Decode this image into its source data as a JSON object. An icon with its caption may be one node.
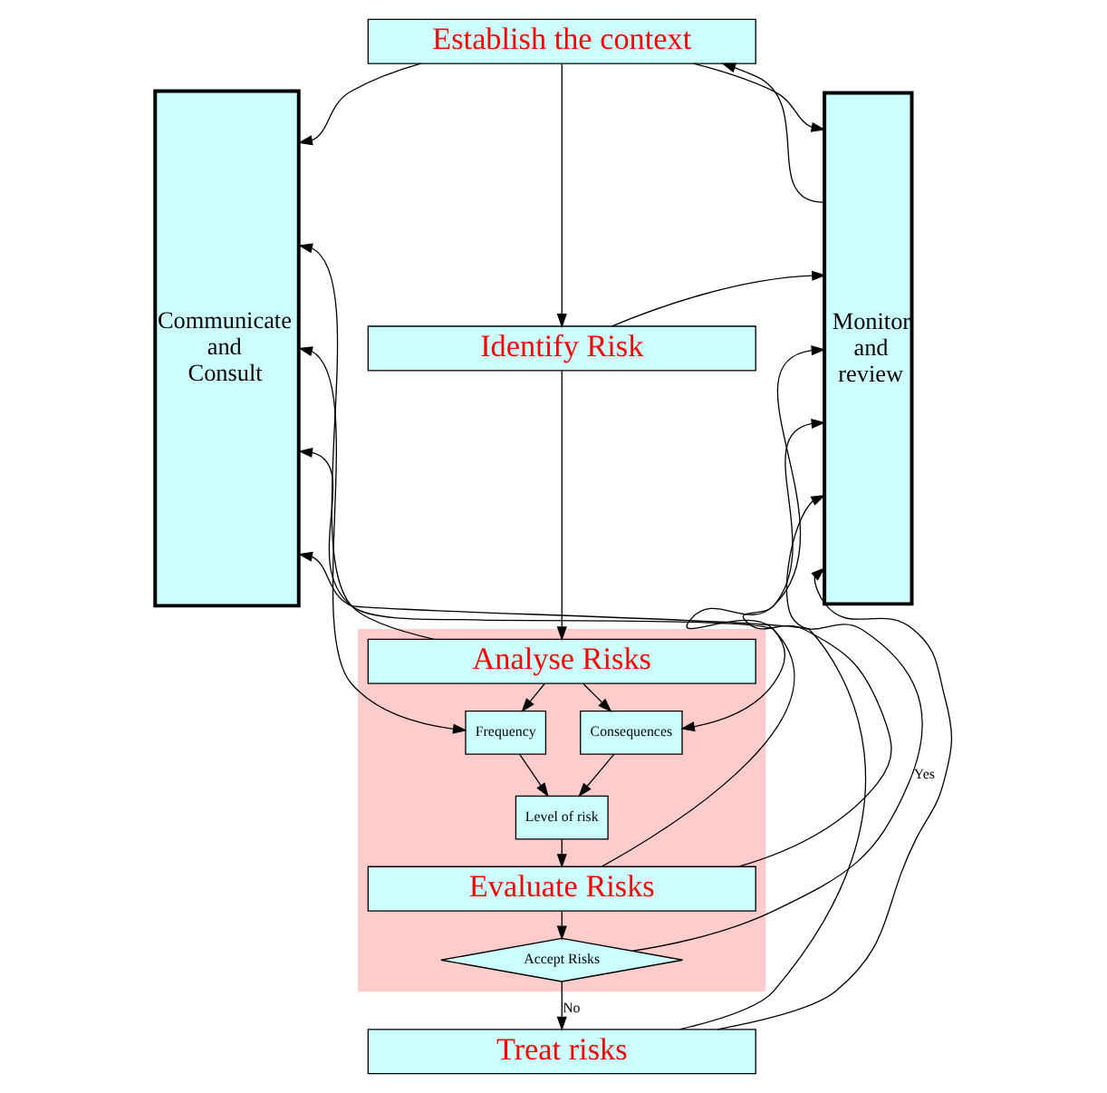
{
  "diagram": {
    "nodes": [
      {
        "text": [
          "Communicate and Consult"
        ]
      },
      {
        "text": [
          "Establish the context"
        ]
      },
      {
        "text": [
          "Identify Risk"
        ]
      },
      {
        "text": [
          "Monitor and review"
        ]
      },
      {
        "text": [],
        "shape": "box"
      },
      {
        "text": [
          "Analyse Risks"
        ],
        "in": 4
      },
      {
        "text": [
          "Frequency"
        ],
        "in": 4
      },
      {
        "text": [
          "Consequences"
        ],
        "in": 4
      },
      {
        "text": [
          "Level of risk"
        ],
        "in": 4
      },
      {
        "text": [
          "Evaluate Risks"
        ],
        "in": 4
      },
      {
        "text": [
          "Accept Risks"
        ],
        "in": 4
      },
      {
        "text": [
          "Treat risks"
        ]
      }
    ],
    "edges": [
      {
        "from": 1,
        "to": 0,
        "arrow": "to"
      },
      {
        "from": 1,
        "to": 3,
        "arrow": "to"
      },
      {
        "from": 3,
        "to": 1,
        "arrow": "to"
      },
      {
        "from": 1,
        "to": 2,
        "arrow": "to"
      },
      {
        "from": 2,
        "to": 3,
        "arrow": "to"
      },
      {
        "from": 2,
        "to": 5,
        "arrow": "to"
      },
      {
        "from": 5,
        "to": 0,
        "arrow": "to"
      },
      {
        "from": 5,
        "to": 6,
        "arrow": "to"
      },
      {
        "from": 5,
        "to": 7,
        "arrow": "to"
      },
      {
        "from": 0,
        "to": 6,
        "arrow": "both"
      },
      {
        "from": 7,
        "to": 3,
        "arrow": "both"
      },
      {
        "from": 6,
        "to": 8,
        "arrow": "to"
      },
      {
        "from": 7,
        "to": 8,
        "arrow": "to"
      },
      {
        "from": 8,
        "to": 9,
        "arrow": "to"
      },
      {
        "from": 9,
        "to": 0,
        "arrow": "to"
      },
      {
        "from": 9,
        "to": 3,
        "arrow": "to"
      },
      {
        "from": 9,
        "to": 10,
        "arrow": "to"
      },
      {
        "from": 10,
        "to": 3,
        "label": "Yes",
        "arrow": "to"
      },
      {
        "from": 10,
        "to": 11,
        "label": "No",
        "arrow": "to"
      },
      {
        "from": 11,
        "to": 0,
        "arrow": "to"
      },
      {
        "from": 11,
        "to": 3,
        "arrow": "to"
      }
    ]
  }
}
